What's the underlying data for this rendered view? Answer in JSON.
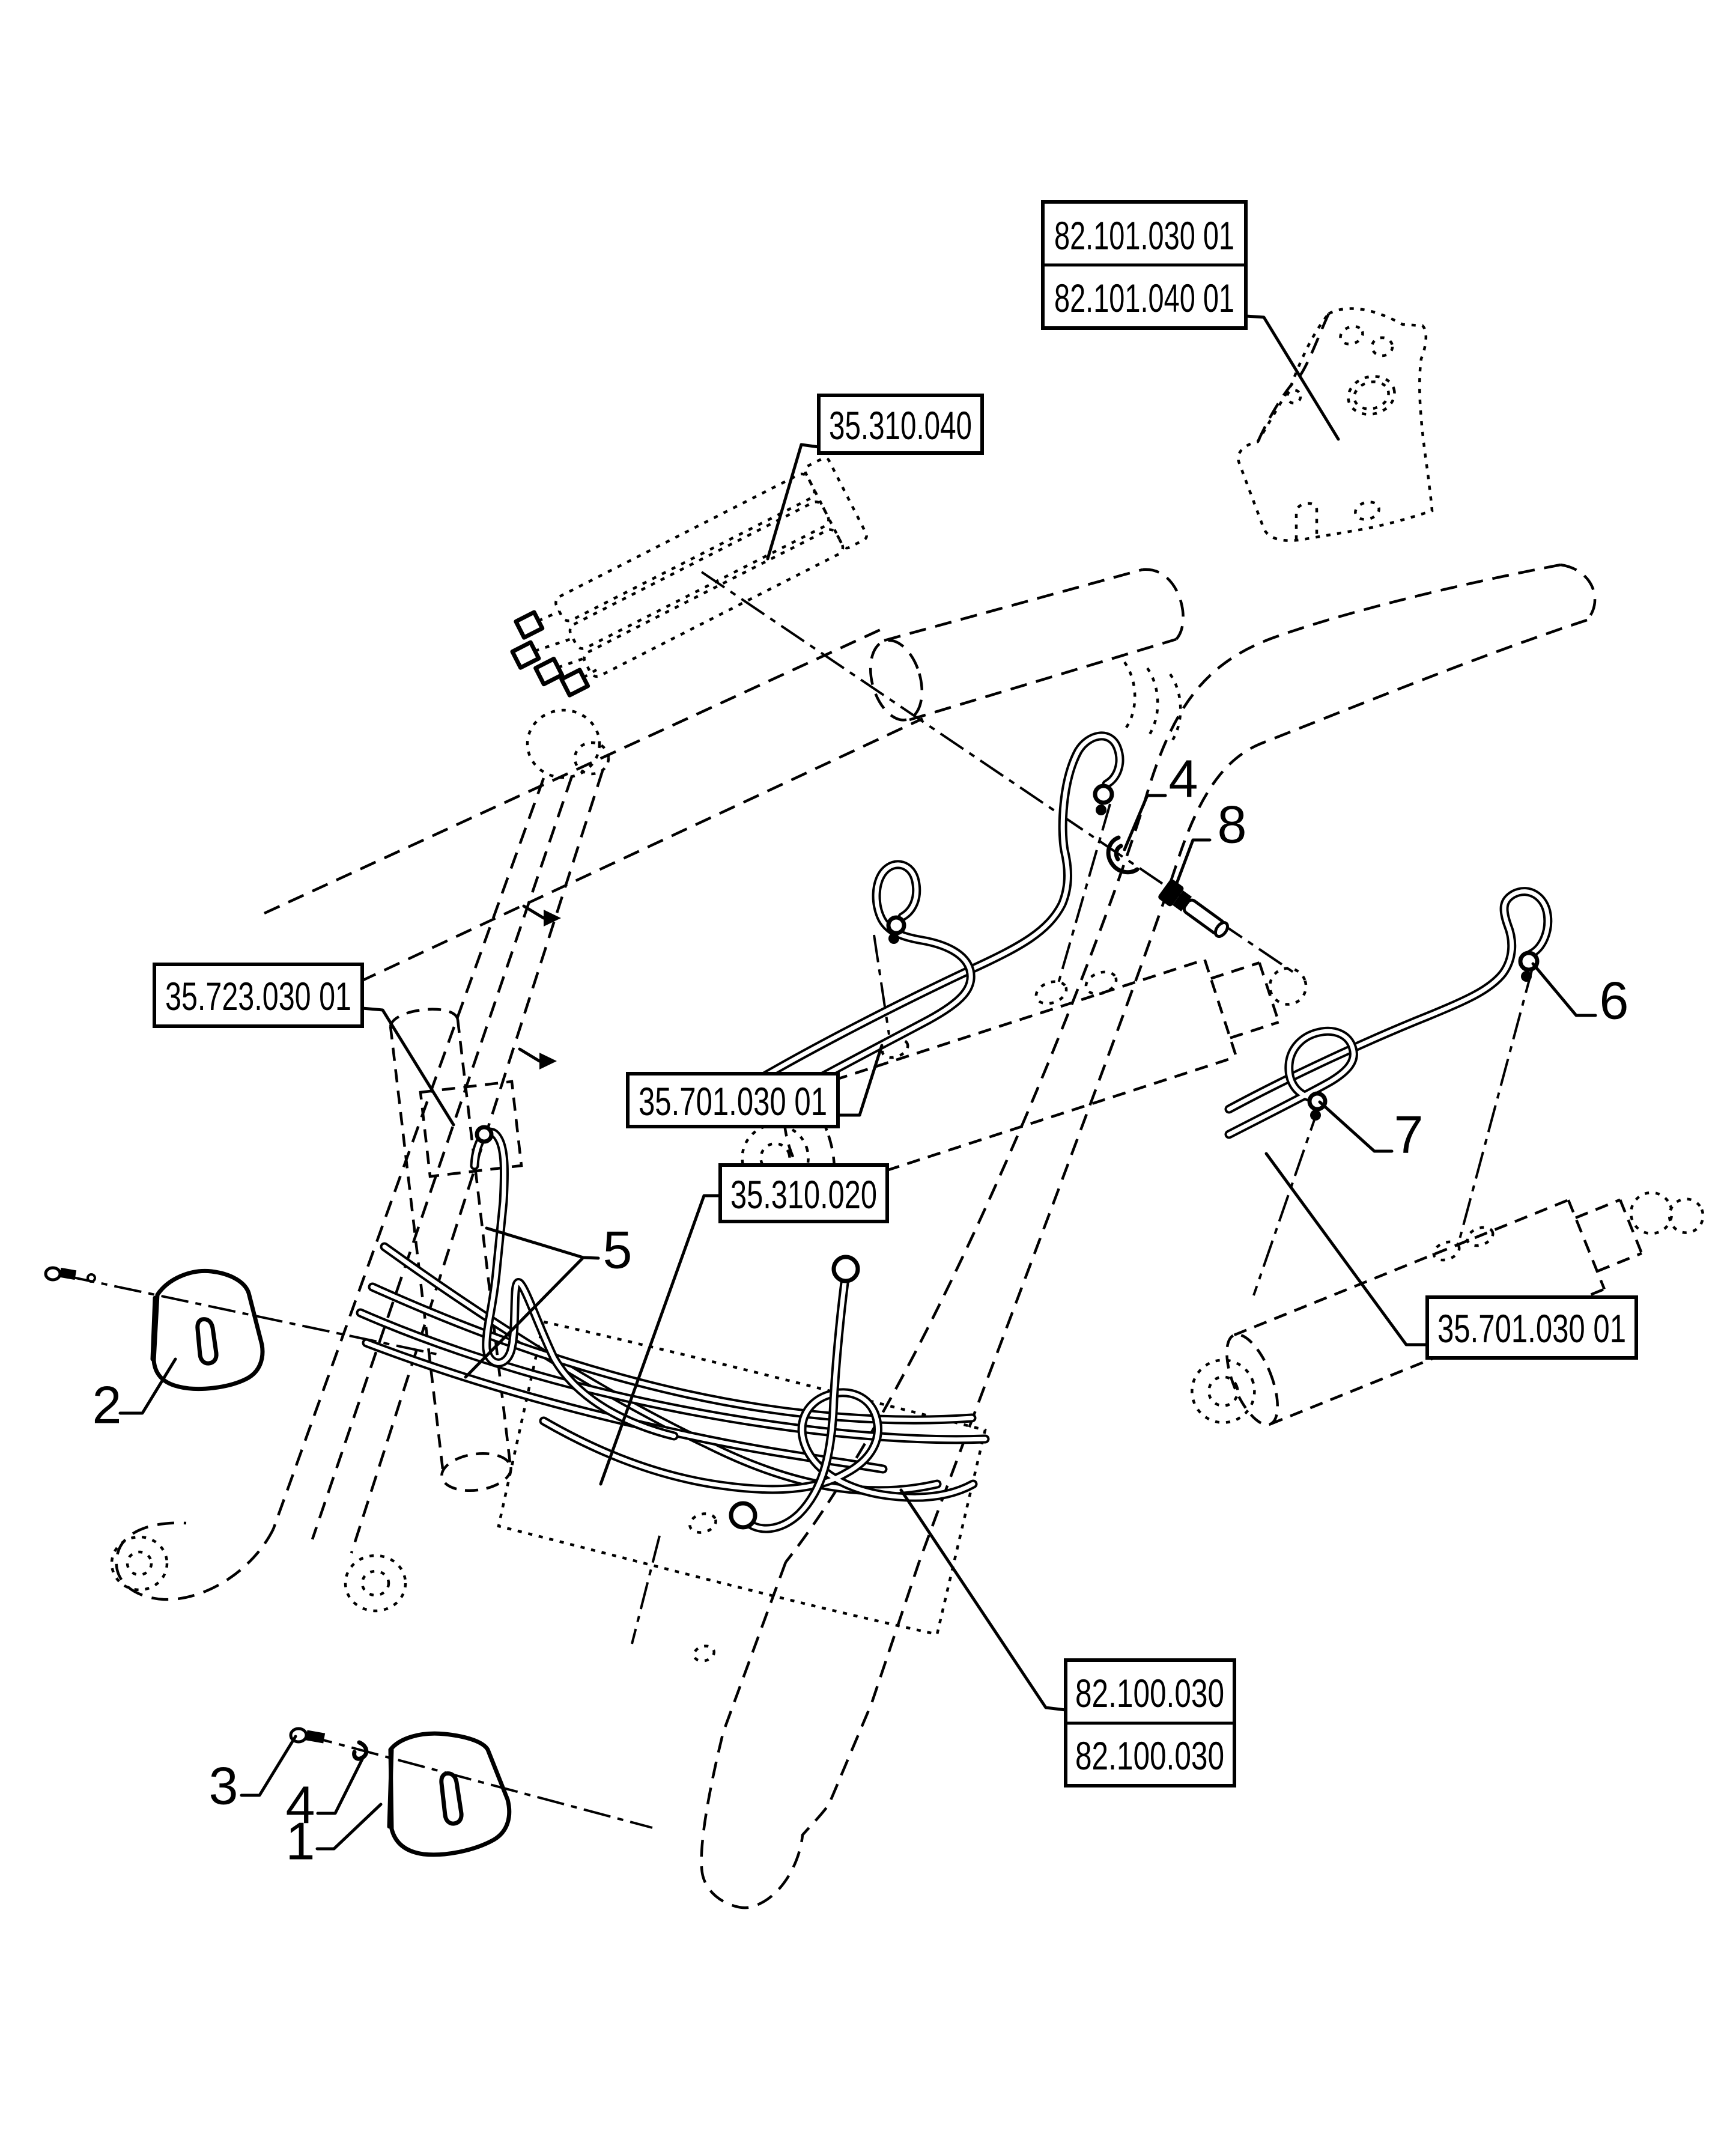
{
  "page": {
    "background": "#ffffff",
    "ink": "#000000",
    "kind": "exploded-parts-diagram"
  },
  "ref_boxes": [
    {
      "id": "ref-82-101",
      "rows": [
        "82.101.030 01",
        "82.101.040 01"
      ]
    },
    {
      "id": "ref-35-310-040",
      "rows": [
        "35.310.040"
      ]
    },
    {
      "id": "ref-35-723-030",
      "rows": [
        "35.723.030 01"
      ]
    },
    {
      "id": "ref-35-701-030-mid",
      "rows": [
        "35.701.030 01"
      ]
    },
    {
      "id": "ref-35-310-020",
      "rows": [
        "35.310.020"
      ]
    },
    {
      "id": "ref-82-100",
      "rows": [
        "82.100.030",
        "82.100.030"
      ]
    },
    {
      "id": "ref-35-701-030-right",
      "rows": [
        "35.701.030 01"
      ]
    }
  ],
  "callouts": {
    "c1": "1",
    "c2": "2",
    "c3": "3",
    "c4_top": "4",
    "c4_bottom": "4",
    "c5": "5",
    "c6": "6",
    "c7": "7",
    "c8": "8"
  }
}
